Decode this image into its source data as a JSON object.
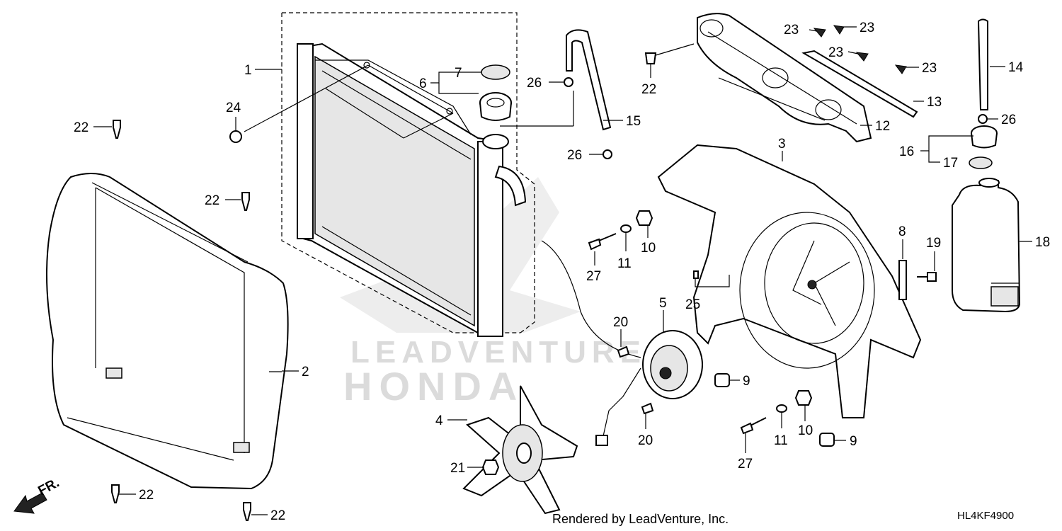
{
  "diagram": {
    "footer_credit": "Rendered by LeadVenture, Inc.",
    "diagram_code": "HL4KF4900",
    "front_indicator": "FR.",
    "watermark": {
      "line1": "LEADVENTURE",
      "line2": "HONDA"
    },
    "callouts": [
      {
        "id": "c1",
        "label": "1"
      },
      {
        "id": "c2",
        "label": "2"
      },
      {
        "id": "c3",
        "label": "3"
      },
      {
        "id": "c4",
        "label": "4"
      },
      {
        "id": "c5",
        "label": "5"
      },
      {
        "id": "c6",
        "label": "6"
      },
      {
        "id": "c7",
        "label": "7"
      },
      {
        "id": "c8",
        "label": "8"
      },
      {
        "id": "c9a",
        "label": "9"
      },
      {
        "id": "c9b",
        "label": "9"
      },
      {
        "id": "c10a",
        "label": "10"
      },
      {
        "id": "c10b",
        "label": "10"
      },
      {
        "id": "c11a",
        "label": "11"
      },
      {
        "id": "c11b",
        "label": "11"
      },
      {
        "id": "c12",
        "label": "12"
      },
      {
        "id": "c13",
        "label": "13"
      },
      {
        "id": "c14",
        "label": "14"
      },
      {
        "id": "c15",
        "label": "15"
      },
      {
        "id": "c16",
        "label": "16"
      },
      {
        "id": "c17",
        "label": "17"
      },
      {
        "id": "c18",
        "label": "18"
      },
      {
        "id": "c19",
        "label": "19"
      },
      {
        "id": "c20a",
        "label": "20"
      },
      {
        "id": "c20b",
        "label": "20"
      },
      {
        "id": "c21",
        "label": "21"
      },
      {
        "id": "c22a",
        "label": "22"
      },
      {
        "id": "c22b",
        "label": "22"
      },
      {
        "id": "c22c",
        "label": "22"
      },
      {
        "id": "c22d",
        "label": "22"
      },
      {
        "id": "c22e",
        "label": "22"
      },
      {
        "id": "c23a",
        "label": "23"
      },
      {
        "id": "c23b",
        "label": "23"
      },
      {
        "id": "c23c",
        "label": "23"
      },
      {
        "id": "c23d",
        "label": "23"
      },
      {
        "id": "c24",
        "label": "24"
      },
      {
        "id": "c25",
        "label": "25"
      },
      {
        "id": "c26a",
        "label": "26"
      },
      {
        "id": "c26b",
        "label": "26"
      },
      {
        "id": "c26c",
        "label": "26"
      },
      {
        "id": "c27a",
        "label": "27"
      },
      {
        "id": "c27b",
        "label": "27"
      }
    ]
  }
}
